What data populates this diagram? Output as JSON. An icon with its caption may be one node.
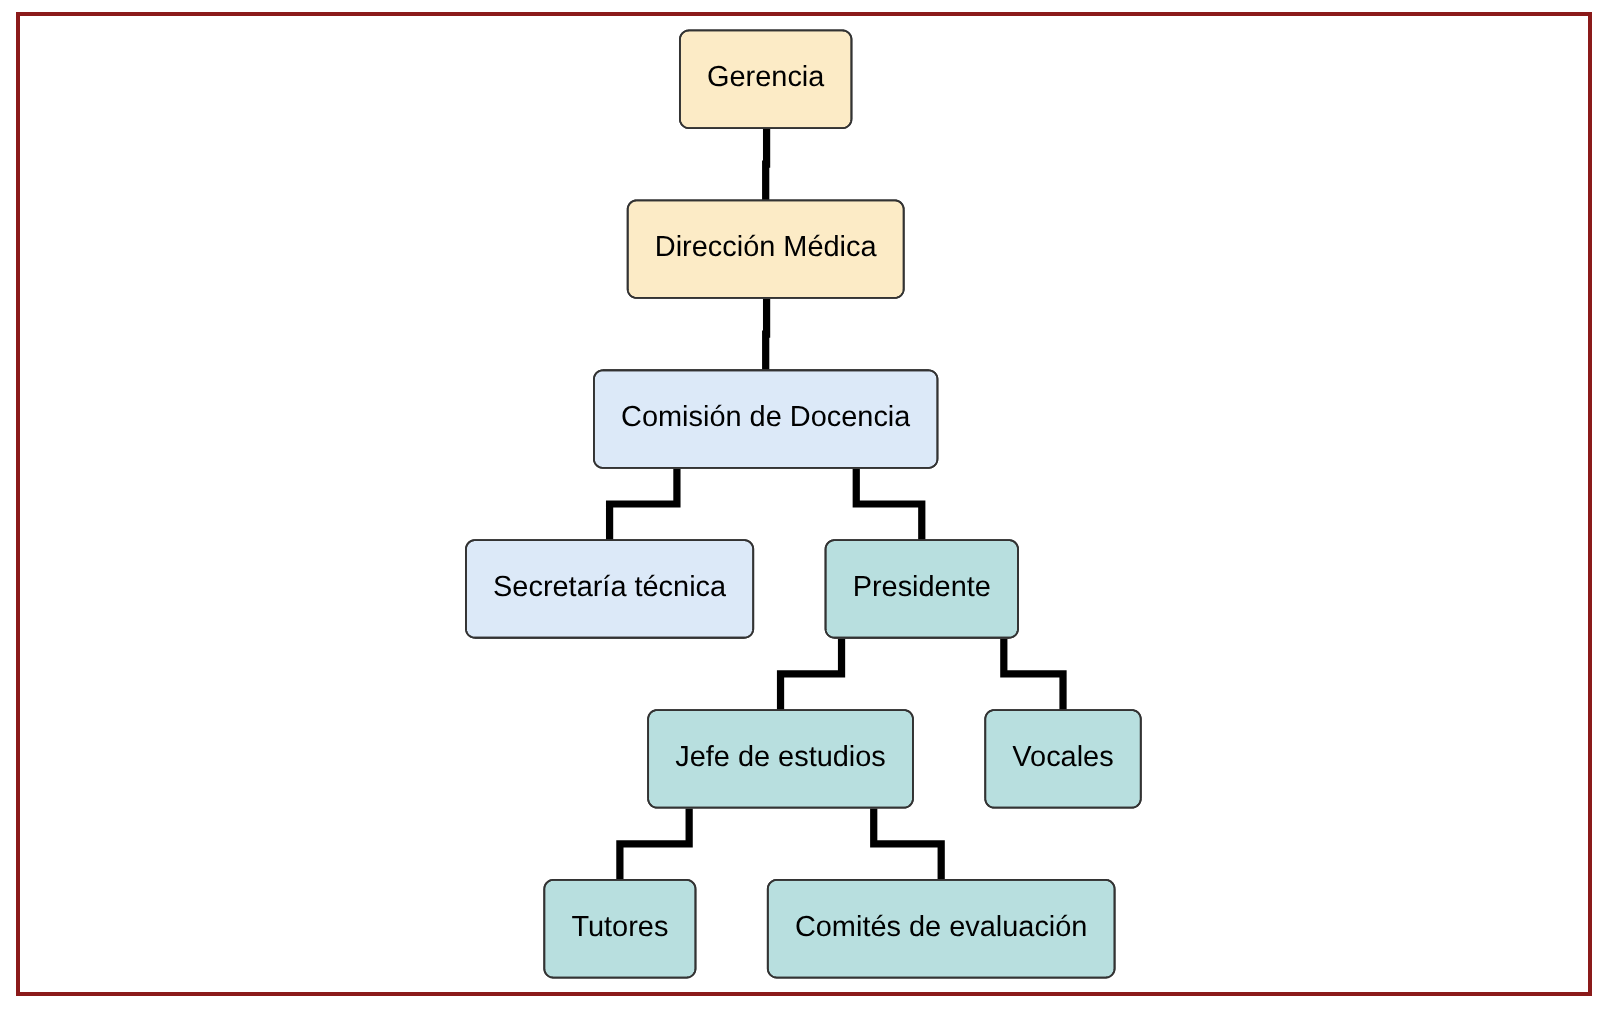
{
  "diagram": {
    "nodes": [
      {
        "text": [
          "Gerencia"
        ]
      },
      {
        "text": [
          "Dirección Médica"
        ]
      },
      {
        "text": [
          "Comisión de Docencia"
        ]
      },
      {
        "text": [
          "Secretaría técnica"
        ]
      },
      {
        "text": [
          "Presidente"
        ]
      },
      {
        "text": [
          "Jefe de estudios"
        ]
      },
      {
        "text": [
          "Vocales"
        ]
      },
      {
        "text": [
          "Tutores"
        ]
      },
      {
        "text": [
          "Comités de evaluación"
        ]
      }
    ],
    "edges": [
      {
        "from": 0,
        "to": 1,
        "arrow": "none"
      },
      {
        "from": 1,
        "to": 2,
        "arrow": "none"
      },
      {
        "from": 2,
        "to": 3,
        "arrow": "none"
      },
      {
        "from": 2,
        "to": 4,
        "arrow": "none"
      },
      {
        "from": 4,
        "to": 5,
        "arrow": "none"
      },
      {
        "from": 4,
        "to": 6,
        "arrow": "none"
      },
      {
        "from": 5,
        "to": 7,
        "arrow": "none"
      },
      {
        "from": 5,
        "to": 8,
        "arrow": "none"
      }
    ]
  }
}
